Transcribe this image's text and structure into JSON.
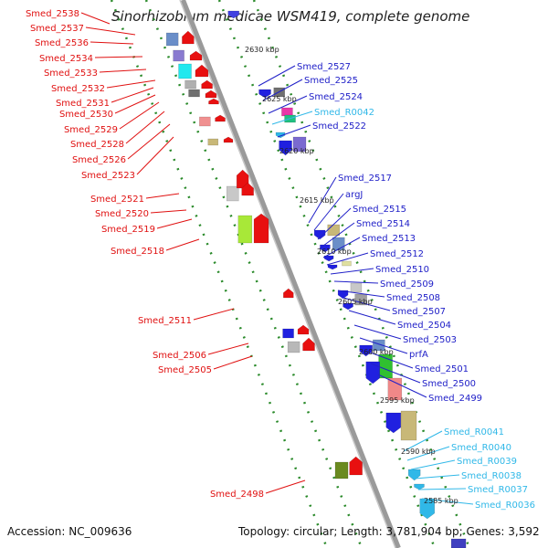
{
  "title": "Sinorhizobium medicae WSM419, complete genome",
  "footer": {
    "accession": "Accession: NC_009636",
    "topology": "Topology: circular; Length: 3,781,904 bp; Genes: 3,592"
  },
  "colors": {
    "reverse_label": "#e01010",
    "forward_label": "#2020c8",
    "rna_label": "#30b8e8",
    "backbone": "#909090",
    "dots": "#2a8a2a"
  },
  "ticks": [
    "2630 kbp",
    "2625 kbp",
    "2620 kbp",
    "2615 kbp",
    "2610 kbp",
    "2605 kbp",
    "2600 kbp",
    "2595 kbp",
    "2590 kbp",
    "2585 kbp"
  ],
  "reverse_genes": [
    "Smed_2538",
    "Smed_2537",
    "Smed_2536",
    "Smed_2534",
    "Smed_2533",
    "Smed_2532",
    "Smed_2531",
    "Smed_2530",
    "Smed_2529",
    "Smed_2528",
    "Smed_2526",
    "Smed_2523",
    "Smed_2521",
    "Smed_2520",
    "Smed_2519",
    "Smed_2518",
    "Smed_2511",
    "Smed_2506",
    "Smed_2505",
    "Smed_2498"
  ],
  "forward_genes": [
    "Smed_2527",
    "Smed_2525",
    "Smed_2524",
    "Smed_R0042",
    "Smed_2522",
    "Smed_2517",
    "argJ",
    "Smed_2515",
    "Smed_2514",
    "Smed_2513",
    "Smed_2512",
    "Smed_2510",
    "Smed_2509",
    "Smed_2508",
    "Smed_2507",
    "Smed_2504",
    "Smed_2503",
    "prfA",
    "Smed_2501",
    "Smed_2500",
    "Smed_2499",
    "Smed_R0041",
    "Smed_R0040",
    "Smed_R0039",
    "Smed_R0038",
    "Smed_R0037",
    "Smed_R0036"
  ]
}
